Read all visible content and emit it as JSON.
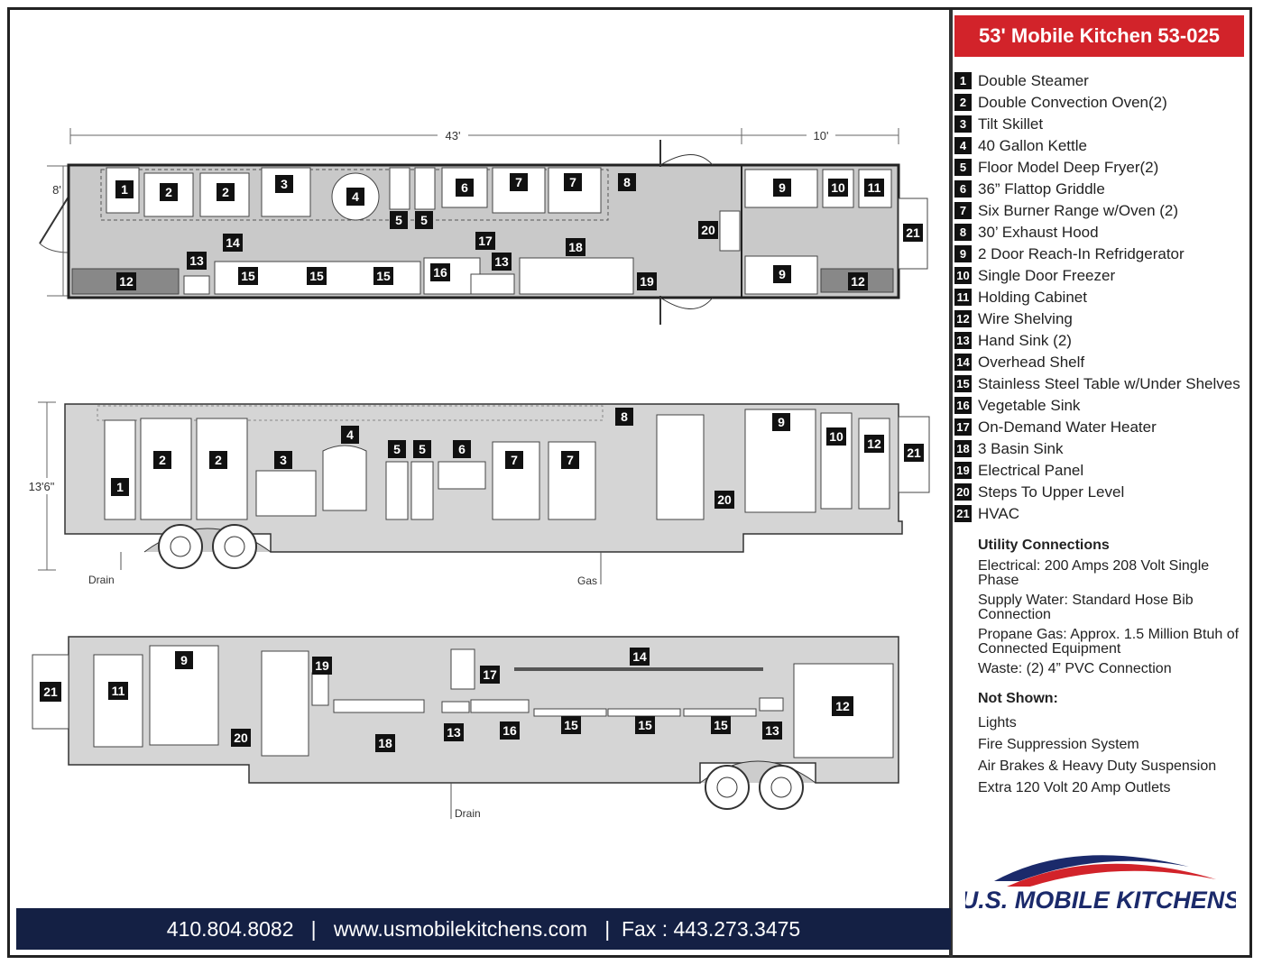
{
  "title": "53' Mobile Kitchen 53-025",
  "legend": [
    {
      "num": "1",
      "label": "Double Steamer"
    },
    {
      "num": "2",
      "label": "Double Convection Oven(2)"
    },
    {
      "num": "3",
      "label": "Tilt Skillet"
    },
    {
      "num": "4",
      "label": "40 Gallon Kettle"
    },
    {
      "num": "5",
      "label": "Floor Model Deep Fryer(2)"
    },
    {
      "num": "6",
      "label": "36” Flattop Griddle"
    },
    {
      "num": "7",
      "label": "Six Burner Range w/Oven (2)"
    },
    {
      "num": "8",
      "label": "30’ Exhaust Hood"
    },
    {
      "num": "9",
      "label": "2 Door Reach-In Refridgerator"
    },
    {
      "num": "10",
      "label": "Single Door Freezer"
    },
    {
      "num": "11",
      "label": "Holding Cabinet"
    },
    {
      "num": "12",
      "label": "Wire Shelving"
    },
    {
      "num": "13",
      "label": "Hand Sink (2)"
    },
    {
      "num": "14",
      "label": "Overhead Shelf"
    },
    {
      "num": "15",
      "label": "Stainless Steel Table w/Under Shelves"
    },
    {
      "num": "16",
      "label": "Vegetable Sink"
    },
    {
      "num": "17",
      "label": "On-Demand Water Heater"
    },
    {
      "num": "18",
      "label": "3 Basin Sink"
    },
    {
      "num": "19",
      "label": "Electrical Panel"
    },
    {
      "num": "20",
      "label": "Steps To Upper Level"
    },
    {
      "num": "21",
      "label": "HVAC"
    }
  ],
  "utility": {
    "heading": "Utility Connections",
    "items": [
      "Electrical: 200 Amps 208 Volt Single Phase",
      "Supply Water: Standard Hose Bib Connection",
      "Propane Gas: Approx. 1.5 Million Btuh of Connected Equipment",
      "Waste: (2) 4” PVC Connection"
    ]
  },
  "not_shown": {
    "heading": "Not Shown:",
    "items": [
      "Lights",
      "Fire Suppression System",
      "Air Brakes & Heavy Duty Suspension",
      "Extra 120 Volt 20 Amp Outlets"
    ]
  },
  "footer": {
    "phone": "410.804.8082",
    "web": "www.usmobilekitchens.com",
    "fax": "Fax : 443.273.3475"
  },
  "brand": {
    "name": "U.S. MOBILE KITCHENS",
    "red": "#d2232a",
    "navy": "#1b2a6b"
  },
  "dimensions": {
    "kitchen_length": "43'",
    "upper_length": "10'",
    "width": "8'",
    "height": "13'6\""
  },
  "labels": {
    "drain": "Drain",
    "gas": "Gas"
  }
}
